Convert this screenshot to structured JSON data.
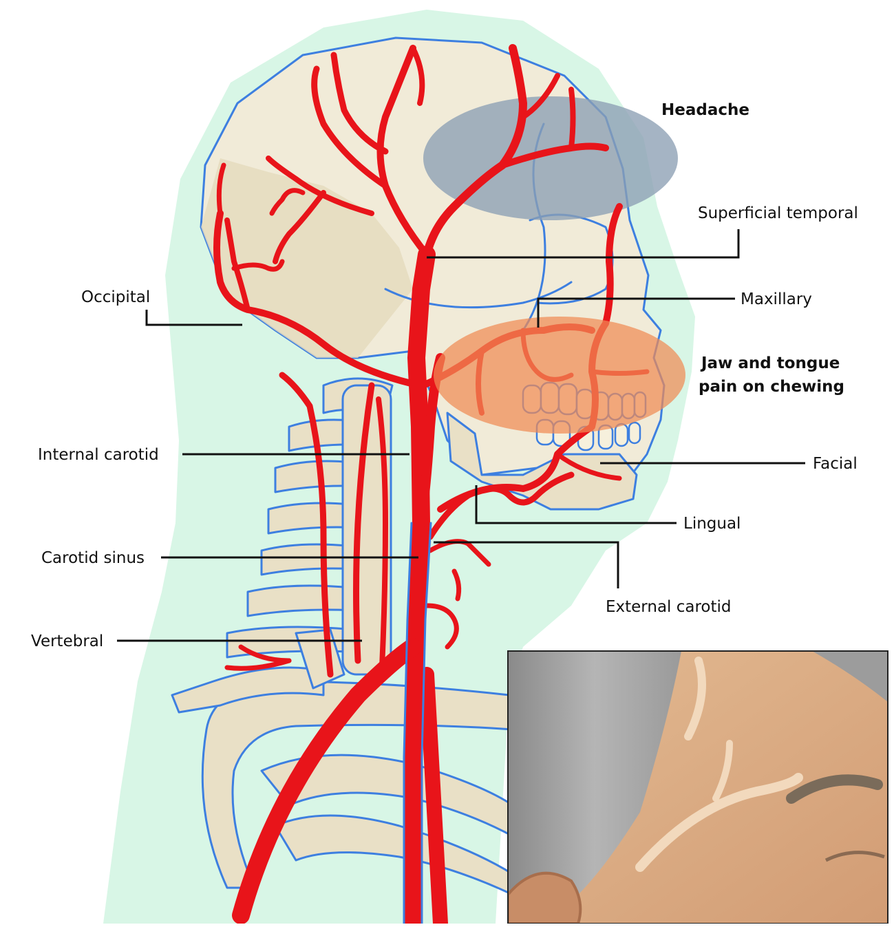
{
  "labels": {
    "headache": "Headache",
    "superficial_temporal": "Superficial temporal",
    "maxillary": "Maxillary",
    "jaw_line1": "Jaw and tongue",
    "jaw_line2": "pain on chewing",
    "occipital": "Occipital",
    "facial": "Facial",
    "internal_carotid": "Internal carotid",
    "lingual": "Lingual",
    "carotid_sinus": "Carotid sinus",
    "external_carotid": "External carotid",
    "vertebral": "Vertebral"
  },
  "colors": {
    "artery": "#e8141a",
    "outline": "#3d7fe0",
    "skin_halo": "#d8f6e6",
    "bone": "#e9e0c6",
    "headache_zone": "#8c9fb4",
    "jaw_zone": "#f08a55"
  }
}
